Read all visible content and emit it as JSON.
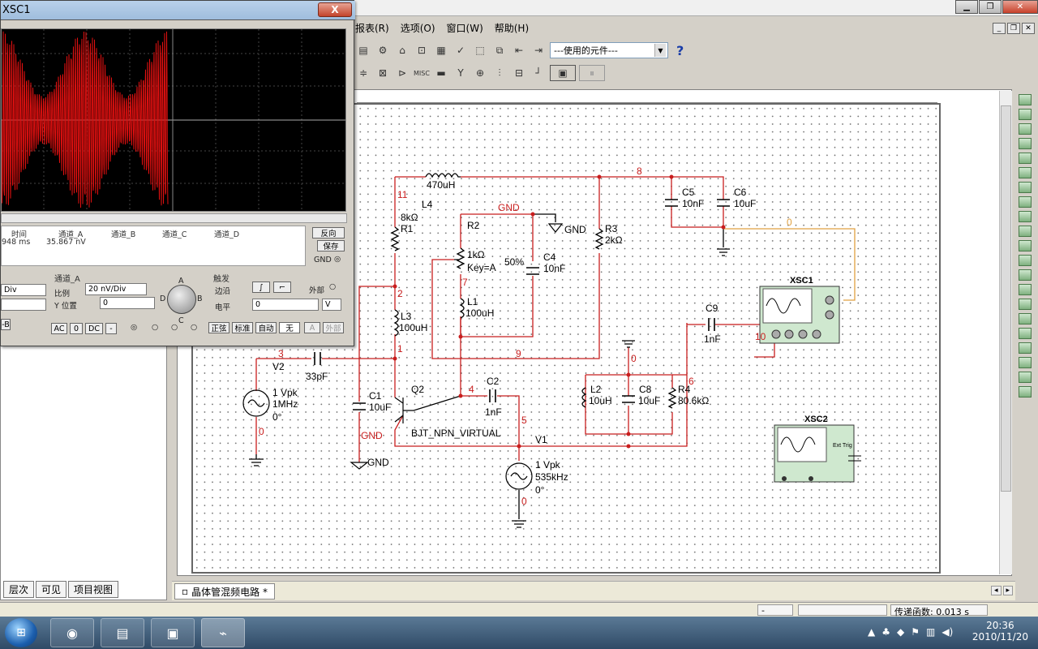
{
  "menu": {
    "items": [
      "报表(R)",
      "选项(O)",
      "窗口(W)",
      "帮助(H)"
    ]
  },
  "toolbar": {
    "component_dropdown": "---使用的元件---",
    "help": "?"
  },
  "osc_window": {
    "title": "XSC1",
    "close": "X",
    "readout": {
      "headers": [
        "时间",
        "通道_A",
        "通道_B",
        "通道_C",
        "通道_D"
      ],
      "time_value": "948 ms",
      "ch_a_value": "35.867 nV"
    },
    "buttons": {
      "reverse": "反向",
      "save": "保存",
      "gnd": "GND"
    },
    "channel_group": {
      "title": "通道_A",
      "scale_label": "比例",
      "scale_value": "20 nV/Div",
      "ypos_label": "Y 位置",
      "ypos_value": "0",
      "coupling": [
        "AC",
        "0",
        "DC",
        "-"
      ]
    },
    "timebase": {
      "div_value": "Div",
      "b_value": "-B"
    },
    "knob": {
      "a": "A",
      "b": "B",
      "c": "C",
      "d": "D"
    },
    "trigger_group": {
      "title": "触发",
      "edge_label": "边沿",
      "level_label": "电平",
      "level_value": "0",
      "level_unit": "V",
      "ext_label": "外部",
      "modes": [
        "正弦",
        "标准",
        "自动",
        "无",
        "A",
        "外部"
      ]
    }
  },
  "schematic": {
    "labels": {
      "l4_value": "470uH",
      "l4_name": "L4",
      "net_11": "11",
      "net_8": "8",
      "r1_value": "8kΩ",
      "r1_name": "R1",
      "gnd_top": "GND",
      "gnd_top2": "GND",
      "r2_name": "R2",
      "r2_value": "1kΩ",
      "r2_key": "Key=A",
      "r2_pct": "50%",
      "c4_name": "C4",
      "c4_value": "10nF",
      "net_7": "7",
      "l1_name": "L1",
      "l1_value": "100uH",
      "r3_name": "R3",
      "r3_value": "2kΩ",
      "c5_name": "C5",
      "c5_value": "10nF",
      "c6_name": "C6",
      "c6_value": "10uF",
      "net_0a": "0",
      "net_2": "2",
      "l3_name": "L3",
      "l3_value": "100uH",
      "net_1": "1",
      "net_9": "9",
      "net_3": "3",
      "c3_value": "33pF",
      "v2_name": "V2",
      "v2_amp": "1 Vpk",
      "v2_freq": "1MHz",
      "v2_phase": "0°",
      "net_0b": "0",
      "c1_name": "C1",
      "c1_value": "10uF",
      "gnd_left": "GND",
      "gnd_left2": "GND",
      "q2_name": "Q2",
      "q2_model": "BJT_NPN_VIRTUAL",
      "net_4": "4",
      "c2_name": "C2",
      "c2_value": "1nF",
      "net_5": "5",
      "v1_name": "V1",
      "v1_amp": "1 Vpk",
      "v1_freq": "535kHz",
      "v1_phase": "0°",
      "net_0c": "0",
      "c9_name": "C9",
      "c9_value": "1nF",
      "net_10": "10",
      "net_0d": "0",
      "l2_name": "L2",
      "l2_value": "10uH",
      "c8_name": "C8",
      "c8_value": "10uF",
      "r4_name": "R4",
      "r4_value": "80.6kΩ",
      "net_6": "6",
      "xsc1_name": "XSC1",
      "xsc2_name": "XSC2",
      "ext_trig": "Ext Trig"
    }
  },
  "tabs": {
    "design_tab": "晶体管混频电路 *",
    "left_tabs": [
      "层次",
      "可见",
      "项目视图"
    ]
  },
  "status": {
    "dash": "-",
    "transfer": "传递函数: 0.013 s"
  },
  "taskbar": {
    "time": "20:36",
    "date": "2010/11/20"
  }
}
